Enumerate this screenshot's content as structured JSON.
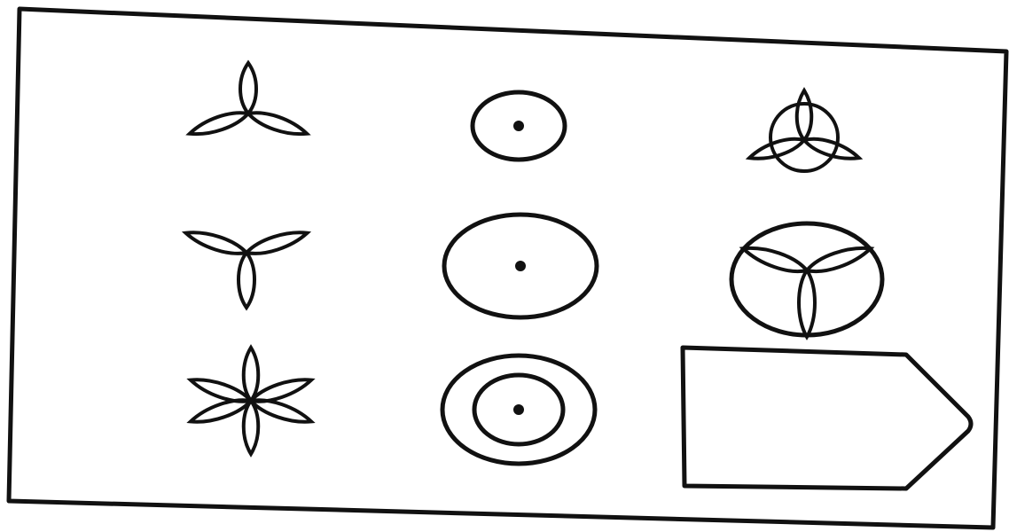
{
  "title": "",
  "colors": {
    "ink": "#111111",
    "paper": "#ffffff",
    "background": "#ffffff"
  },
  "puzzle": {
    "rows": 3,
    "columns": 3,
    "cells": [
      {
        "row": 1,
        "col": 1,
        "figure": "three-petal-propeller-pointing-up"
      },
      {
        "row": 1,
        "col": 2,
        "figure": "small-circle-with-center-dot"
      },
      {
        "row": 1,
        "col": 3,
        "figure": "small-circle-overlapping-up-propeller"
      },
      {
        "row": 2,
        "col": 1,
        "figure": "three-petal-propeller-pointing-down"
      },
      {
        "row": 2,
        "col": 2,
        "figure": "large-circle-with-center-dot"
      },
      {
        "row": 2,
        "col": 3,
        "figure": "large-circle-with-down-propeller"
      },
      {
        "row": 3,
        "col": 1,
        "figure": "six-petal-flower"
      },
      {
        "row": 3,
        "col": 2,
        "figure": "two-concentric-circles-with-center-dot"
      },
      {
        "row": 3,
        "col": 3,
        "figure": "answer-box-arrow-pentagon",
        "empty": true
      }
    ]
  }
}
